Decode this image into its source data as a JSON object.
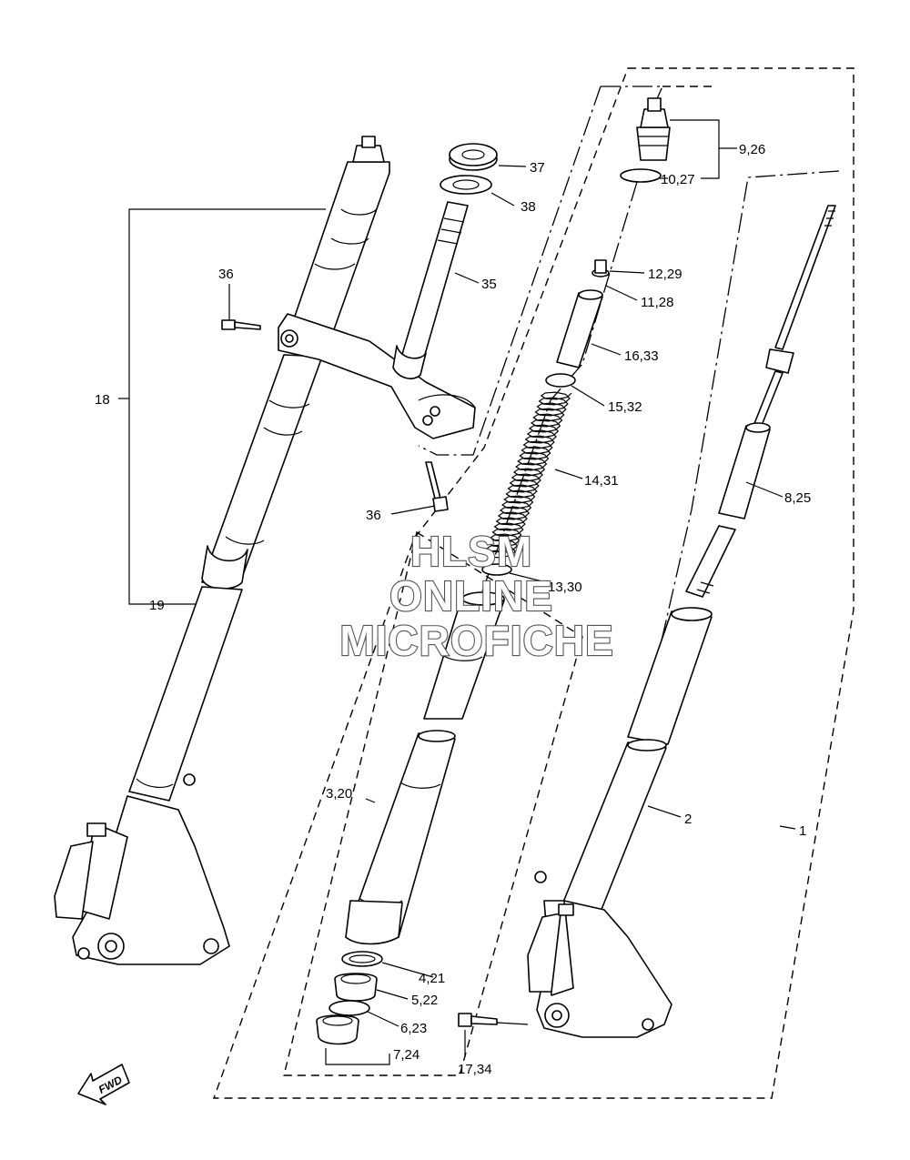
{
  "labels": {
    "p1": "1",
    "p2": "2",
    "p3_20": "3,20",
    "p4_21": "4,21",
    "p5_22": "5,22",
    "p6_23": "6,23",
    "p7_24": "7,24",
    "p8_25": "8,25",
    "p9_26": "9,26",
    "p10_27": "10,27",
    "p11_28": "11,28",
    "p12_29": "12,29",
    "p13_30": "13,30",
    "p14_31": "14,31",
    "p15_32": "15,32",
    "p16_33": "16,33",
    "p17_34": "17,34",
    "p18": "18",
    "p19": "19",
    "p35": "35",
    "p36_upper": "36",
    "p36_lower": "36",
    "p37": "37",
    "p38": "38"
  },
  "fwd_label": "FWD",
  "watermark": {
    "line1": "HLSM",
    "line2": "ONLINE",
    "line3": "MICROFICHE"
  }
}
